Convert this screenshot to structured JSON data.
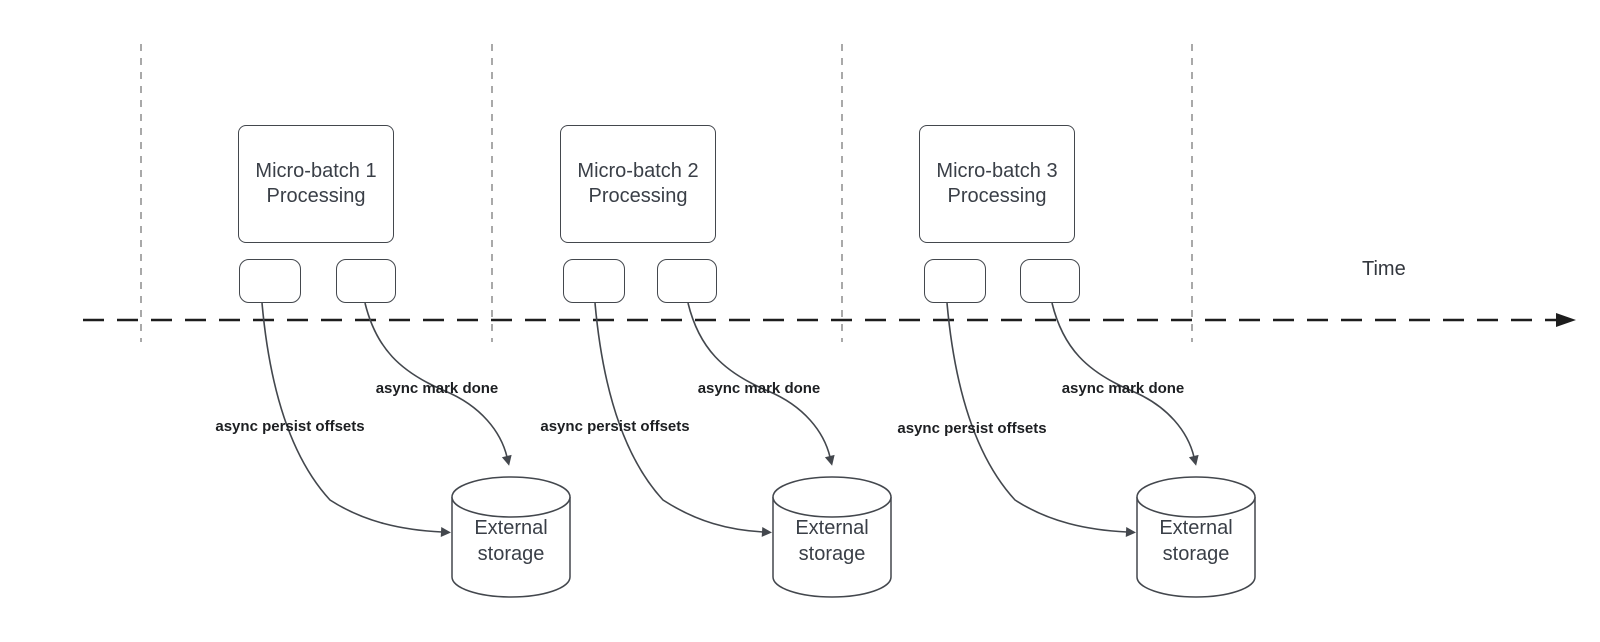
{
  "colors": {
    "shape_stroke": "#43474d",
    "time_axis": "#1d1d1d",
    "guide_line": "#a9a9a9",
    "shape_text": "#3a3f47",
    "label_text": "#1d1f22"
  },
  "time_axis": {
    "label": "Time"
  },
  "batches": [
    {
      "title": "Micro-batch 1\nProcessing",
      "persist_label": "async persist offsets",
      "mark_done_label": "async mark done",
      "storage_label": "External\nstorage"
    },
    {
      "title": "Micro-batch 2\nProcessing",
      "persist_label": "async persist offsets",
      "mark_done_label": "async mark done",
      "storage_label": "External\nstorage"
    },
    {
      "title": "Micro-batch 3\nProcessing",
      "persist_label": "async persist offsets",
      "mark_done_label": "async mark done",
      "storage_label": "External\nstorage"
    }
  ]
}
